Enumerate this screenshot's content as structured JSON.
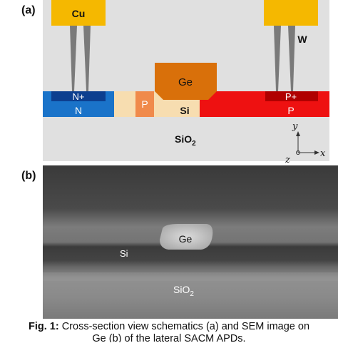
{
  "panel_a": {
    "label": "(a)",
    "layers": {
      "cu": "Cu",
      "w": "W",
      "ge": "Ge",
      "si": "Si",
      "n_plus": "N+",
      "n": "N",
      "p_small": "P",
      "p_plus": "P+",
      "p": "P",
      "sio2_main": "SiO",
      "sio2_sub": "2"
    },
    "axes": {
      "y": "y",
      "x": "x",
      "z": "z"
    },
    "colors": {
      "cu": "#f5b800",
      "w": "#7a7a7a",
      "ge": "#d9700a",
      "si": "#f7ddb0",
      "n": "#1a73c9",
      "n_plus": "#0d3f8f",
      "p": "#ee1111",
      "p_plus": "#b00000",
      "p_small": "#f08a4b",
      "sio2": "#e0e0e0"
    }
  },
  "panel_b": {
    "label": "(b)",
    "ge": "Ge",
    "si": "Si",
    "sio2_main": "SiO",
    "sio2_sub": "2"
  },
  "caption": {
    "fig": "Fig. 1:",
    "line1": " Cross-section view schematics (a) and SEM image on",
    "line2": "Ge (b) of the lateral SACM APDs."
  }
}
